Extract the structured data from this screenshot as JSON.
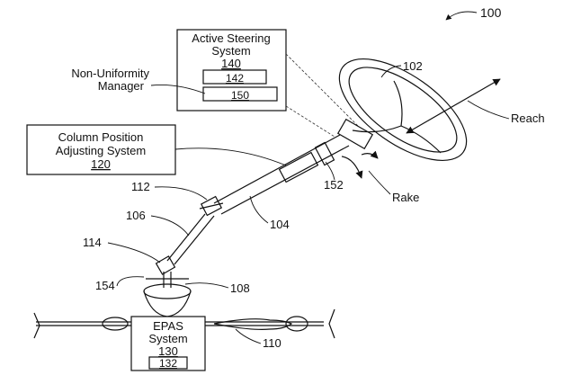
{
  "figure_number": "100",
  "active_steering": {
    "title_line1": "Active Steering",
    "title_line2": "System",
    "ref": "140",
    "sub1": "142",
    "sub2": "150"
  },
  "non_uniformity": {
    "line1": "Non-Uniformity",
    "line2": "Manager"
  },
  "column_position": {
    "line1": "Column Position",
    "line2": "Adjusting System",
    "ref": "120"
  },
  "epas": {
    "line1": "EPAS",
    "line2": "System",
    "ref": "130",
    "sub": "132"
  },
  "labels": {
    "wheel": "102",
    "column": "104",
    "shaft": "106",
    "joint_lower": "108",
    "rack": "110",
    "joint_upper": "112",
    "joint_mid": "114",
    "sensor": "152",
    "pinion": "154",
    "reach": "Reach",
    "rake": "Rake"
  }
}
